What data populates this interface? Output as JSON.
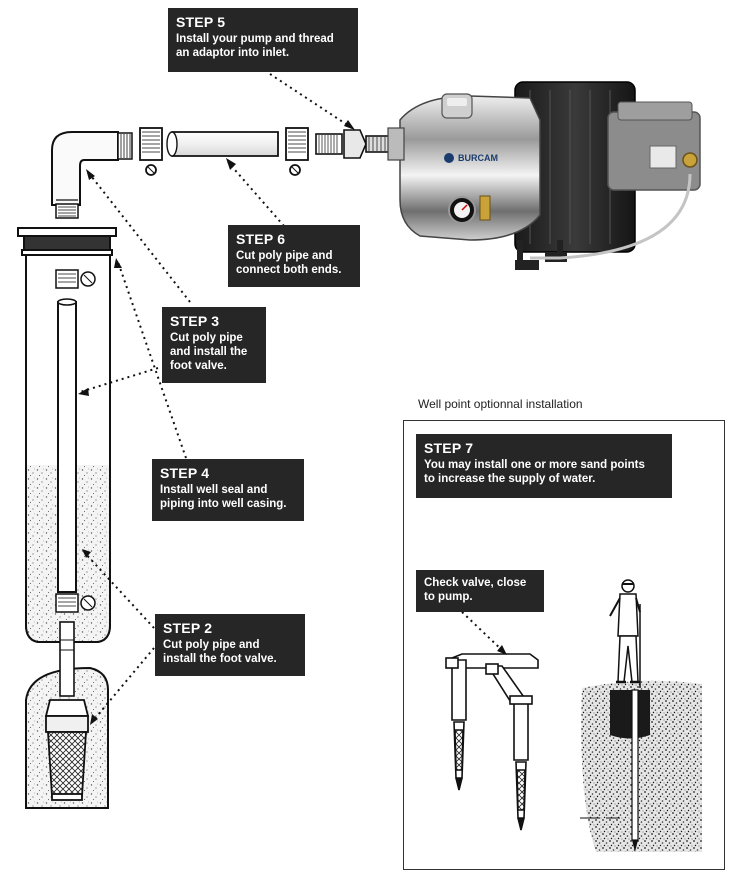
{
  "caption": "Well point optionnal installation",
  "pump": {
    "brand": "BURCAM"
  },
  "steps": {
    "s5": {
      "title": "STEP 5",
      "desc": "Install your pump and thread\nan adaptor into inlet."
    },
    "s6": {
      "title": "STEP 6",
      "desc": "Cut poly pipe and\nconnect both ends."
    },
    "s3": {
      "title": "STEP 3",
      "desc": "Cut poly pipe\nand install the\nfoot valve."
    },
    "s4": {
      "title": "STEP 4",
      "desc": "Install well seal and\npiping into well casing."
    },
    "s2": {
      "title": "STEP 2",
      "desc": "Cut poly pipe and\ninstall the foot valve."
    },
    "s7": {
      "title": "STEP 7",
      "desc": "You may install one or more sand points\nto increase the supply of water."
    }
  },
  "check_valve": {
    "desc": "Check valve, close\nto pump."
  },
  "colors": {
    "label_bg": "#262626",
    "label_text": "#ffffff",
    "line": "#111111"
  }
}
